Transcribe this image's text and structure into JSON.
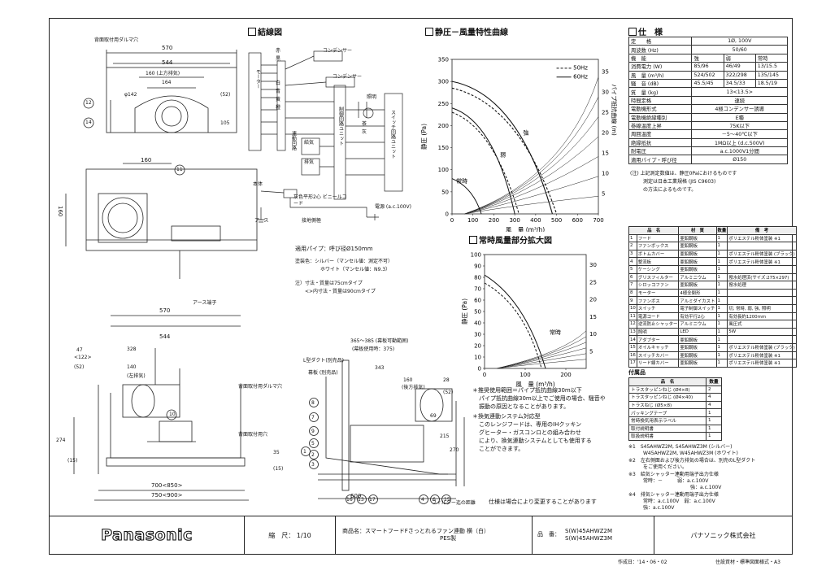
{
  "sections": {
    "wiring": "結線図",
    "curve": "静圧－風量特性曲線",
    "spec": "仕　様",
    "enlarge": "常時風量部分拡大図"
  },
  "left_drawing": {
    "top_view_labels": {
      "label_back_hole": "背面取付用ダルマ穴",
      "d570": "570",
      "d544": "544",
      "d160": "160 (上方排気)",
      "d164": "164",
      "d142": "φ142",
      "d52": "(52)",
      "d105": "105",
      "b12": "12",
      "b14": "14"
    },
    "mid_view_labels": {
      "d160": "160",
      "d160v": "160",
      "b11": "11",
      "ground": "アース端子"
    },
    "front_view_labels": {
      "d570": "570",
      "d544": "544",
      "d47": "47",
      "d122": "<122>",
      "d328": "328",
      "d52": "(52)",
      "d140": "140",
      "lat": "(左排気)",
      "d274": "274",
      "d15": "(15)",
      "d700": "700<850>",
      "d750": "750<900>",
      "b10": "10",
      "hole1": "背面取付用ダルマ穴",
      "hole2": "背面取付用穴"
    }
  },
  "side_drawing": {
    "lframe": "L型ダクト(別売品)",
    "panel": "幕板 (別売品)",
    "range": "365～385 (幕板可動範囲)",
    "range2": "(幕板使用時：375)",
    "d343": "343",
    "d160": "160",
    "rear": "(後方排気)",
    "d28": "28",
    "d52": "(52)",
    "d69": "69",
    "d215": "215",
    "d270": "270",
    "d35": "35",
    "d15": "(15)",
    "d600": "600",
    "filter": "フィルター迄の距離",
    "balloons_left": [
      "8",
      "7",
      "9",
      "5",
      "2",
      "1",
      "3"
    ],
    "balloons_bottom": [
      "16",
      "13",
      "17",
      "4",
      "6",
      "15"
    ]
  },
  "wiring": {
    "capacitor1": "コンデンサー",
    "capacitor2": "コンデンサー",
    "motor": "モーター",
    "lighting": "照明",
    "relay": "制御回路ユニット",
    "switch": "スイッチ回路ユニット",
    "interlock": "連動回路",
    "shutter1": "給気",
    "shutter2": "排気",
    "body": "本体",
    "earth": "アース",
    "ground_side": "接地側極",
    "cord": "灰色平形2心 ビニールコード",
    "power": "電源 (a.c.100V)",
    "wire_colors": [
      "赤",
      "黒",
      "白",
      "青",
      "黄",
      "橙",
      "茶",
      "灰"
    ]
  },
  "notes_wiring": {
    "pipe": "適用パイプ：呼び径Ø150mm",
    "color1": "塗装色：シルバー（マンセル値：測定不可）",
    "color2": "ホワイト（マンセル値：N9.3）",
    "note1": "注）寸法・質量は75cmタイプ",
    "note2": "<>内寸法・質量は90cmタイプ"
  },
  "curve_chart": {
    "ylabel": "静圧 (Pa)",
    "xlabel": "風　量 (m³/h)",
    "y2label": "パイプ抵抗曲線 (m)",
    "yticks": [
      0,
      50,
      100,
      150,
      200,
      250,
      300,
      350
    ],
    "xticks": [
      0,
      100,
      200,
      300,
      400,
      500,
      600,
      700
    ],
    "y2ticks": [
      5,
      10,
      15,
      20,
      25,
      30,
      35
    ],
    "legend50": "50Hz",
    "legend60": "60Hz",
    "strong": "強",
    "weak": "弱",
    "normal": "常時"
  },
  "enlarge_chart": {
    "ylabel": "静圧 (Pa)",
    "xlabel": "風　量 (m³/h)",
    "yticks": [
      0,
      10,
      20,
      30,
      40,
      50,
      60,
      70,
      80,
      90,
      100
    ],
    "xticks": [
      0,
      100,
      200
    ],
    "y2ticks": [
      5,
      10,
      15,
      20,
      25,
      30
    ],
    "normal": "常時"
  },
  "spec_table": {
    "rows": [
      [
        "定　　格",
        "1Ø, 100V"
      ],
      [
        "周波数 (Hz)",
        "50/60"
      ],
      [
        "機　能",
        "強",
        "弱",
        "常時"
      ],
      [
        "消費電力 (W)",
        "85/96",
        "46/49",
        "13/15.5"
      ],
      [
        "風　量 (m³/h)",
        "524/502",
        "322/298",
        "135/145"
      ],
      [
        "騒　音 (dB)",
        "45.5/45",
        "34.5/33",
        "18.5/19"
      ],
      [
        "質　量 (kg)",
        "13<13.5>"
      ],
      [
        "時間定格",
        "連続"
      ],
      [
        "電動機形式",
        "4極コンデンサー誘導"
      ],
      [
        "電動機絶縁種別",
        "E種"
      ],
      [
        "巻線温度上昇",
        "75K以下"
      ],
      [
        "周囲温度",
        "－5～40℃以下"
      ],
      [
        "絶縁抵抗",
        "1MΩ以上 (d.c.500V)"
      ],
      [
        "耐電圧",
        "a.c.1000V1分間"
      ],
      [
        "適用パイプ・呼び径",
        "Ø150"
      ]
    ],
    "note1": "(注) 上記測定数値は、静圧0Paにおけるものです",
    "note2": "測定は日本工業規格 (JIS C9603)",
    "note3": "の方法によるものです。"
  },
  "parts_table": {
    "header": [
      "品　名",
      "材　質",
      "数量",
      "備　考"
    ],
    "rows": [
      [
        "1",
        "フード",
        "亜鉛鋼板",
        "1",
        "ポリエステル粉体塗装 ※1"
      ],
      [
        "2",
        "ファンボックス",
        "亜鉛鋼板",
        "1",
        ""
      ],
      [
        "3",
        "ボトムカバー",
        "亜鉛鋼板",
        "1",
        "ポリエステル粉体塗装 (ブラック)"
      ],
      [
        "4",
        "整流板",
        "亜鉛鋼板",
        "1",
        "ポリエステル粉体塗装 ※1"
      ],
      [
        "5",
        "ケーシング",
        "亜鉛鋼板",
        "1",
        ""
      ],
      [
        "6",
        "グリスフィルター",
        "アルミニウム",
        "1",
        "撥水処理済(サイズ:275×297)"
      ],
      [
        "7",
        "シロッコファン",
        "亜鉛鋼板",
        "1",
        "撥水処理"
      ],
      [
        "8",
        "モーター",
        "4極全閉形",
        "1",
        ""
      ],
      [
        "9",
        "ファンボス",
        "アルミダイカスト",
        "1",
        ""
      ],
      [
        "10",
        "スイッチ",
        "電子制御スイッチ",
        "1",
        "切, 常時, 弱, 強, 照明"
      ],
      [
        "11",
        "電源コード",
        "有効平行2心",
        "1",
        "有効長約1200mm"
      ],
      [
        "12",
        "逆流防止シャッター",
        "アルミニウム",
        "1",
        "風圧式"
      ],
      [
        "13",
        "照明",
        "LED",
        "1",
        "5W"
      ],
      [
        "14",
        "アダプター",
        "亜鉛鋼板",
        "1",
        ""
      ],
      [
        "15",
        "オイルキャッチ",
        "亜鉛鋼板",
        "1",
        "ポリエステル粉体塗装 (ブラック)"
      ],
      [
        "16",
        "スイッチカバー",
        "亜鉛鋼板",
        "1",
        "ポリエステル粉体塗装 ※1"
      ],
      [
        "17",
        "リード線カバー",
        "亜鉛鋼板",
        "1",
        "ポリエステル粉体塗装 ※1"
      ]
    ]
  },
  "accessories": {
    "title": "付属品",
    "header": [
      "品　名",
      "数量"
    ],
    "rows": [
      [
        "トラスタッピンねじ (Ø4×8)",
        "2"
      ],
      [
        "トラスタッピンねじ (Ø4×40)",
        "4"
      ],
      [
        "トラスねじ (Ø5×8)",
        "4"
      ],
      [
        "パッキングテープ",
        "1"
      ],
      [
        "常時換気用表示ラベル",
        "1"
      ],
      [
        "取付説明書",
        "1"
      ],
      [
        "取扱説明書",
        "1"
      ]
    ]
  },
  "remarks": {
    "r1": "※1　S45AHWZ2M, S45AHWZ3M (シルバー)",
    "r1b": "W45AHWZ2M, W45AHWZ3M (ホワイト)",
    "r2": "※2　左右側面および後方排気の場合は、別売のL型ダクト",
    "r2b": "をご使用ください。",
    "r3": "※3　給気シャッター連動用端子出力仕様",
    "r3a": "常時：－　　　弱：a.c.100V",
    "r3b": "強：a.c.100V",
    "r4": "※4　排気シャッター連動用端子出力仕様",
    "r4a": "常時：a.c.100V　弱：a.c.100V",
    "r4b": "強：a.c.100V"
  },
  "center_notes": {
    "n1": "＊推奨使用範囲＝パイプ抵抗曲線30m以下",
    "n2": "パイプ抵抗曲線30m以上でご使用の場合、騒音や",
    "n3": "振動の原因となることがあります。",
    "n4": "＊換気連動システム対応型",
    "n5": "このレンジフードは、専用のIHクッキン",
    "n6": "グヒーター・ガスコンロとの組み合わせ",
    "n7": "により、換気連動システムとしても使用する",
    "n8": "ことができます。",
    "change": "仕様は場合により変更することがあります"
  },
  "title_block": {
    "brand": "Panasonic",
    "scale_label": "縮　尺：",
    "scale": "1/10",
    "product_label": "商品名：",
    "product": "スマートフードFさっとれるファン連動 横（白）",
    "product2": "PES製",
    "model_label": "品　番：",
    "model1": "S(W)45AHWZ2M",
    "model2": "S(W)45AHWZ3M",
    "company": "パナソニック株式会社"
  },
  "footer": {
    "date": "作成日：'14・06・02",
    "std": "住設資材・標準図面様式・A3"
  }
}
